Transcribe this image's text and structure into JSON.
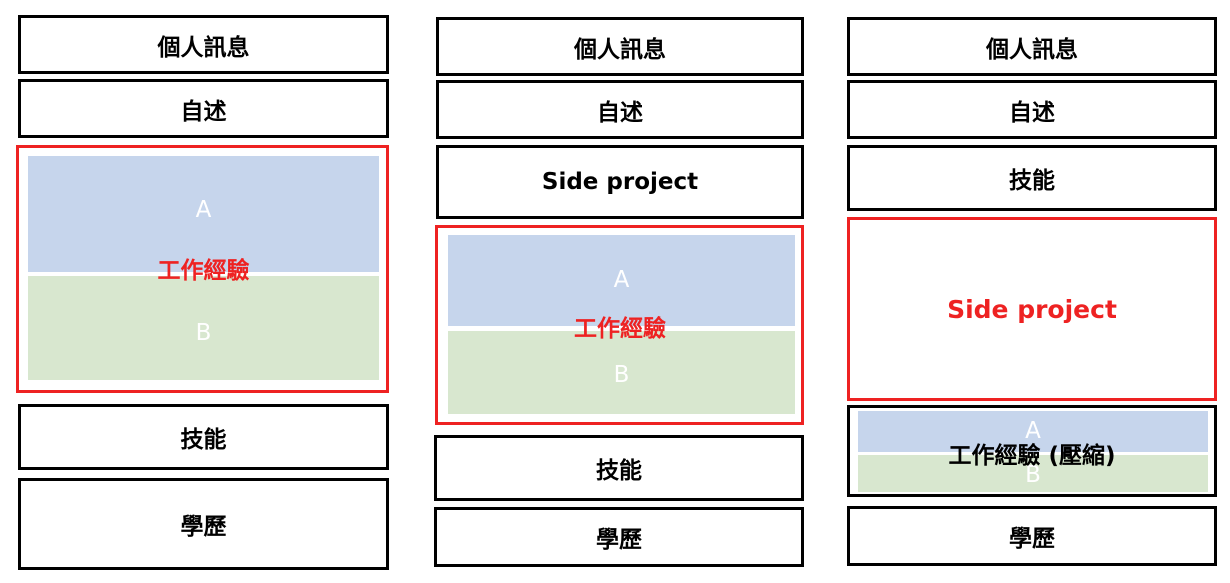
{
  "colors": {
    "border": "#000000",
    "highlight": "#ee2222",
    "section_a": "#c6d5ec",
    "section_b": "#d8e7cf"
  },
  "columns": [
    {
      "personal": "個人訊息",
      "intro": "自述",
      "work": {
        "label": "工作經驗",
        "a": "A",
        "b": "B"
      },
      "skills": "技能",
      "education": "學歷"
    },
    {
      "personal": "個人訊息",
      "intro": "自述",
      "side_project": "Side project",
      "work": {
        "label": "工作經驗",
        "a": "A",
        "b": "B"
      },
      "skills": "技能",
      "education": "學歷"
    },
    {
      "personal": "個人訊息",
      "intro": "自述",
      "skills": "技能",
      "side_project": "Side project",
      "work": {
        "label": "工作經驗 (壓縮)",
        "a": "A",
        "b": "B"
      },
      "education": "學歷"
    }
  ]
}
